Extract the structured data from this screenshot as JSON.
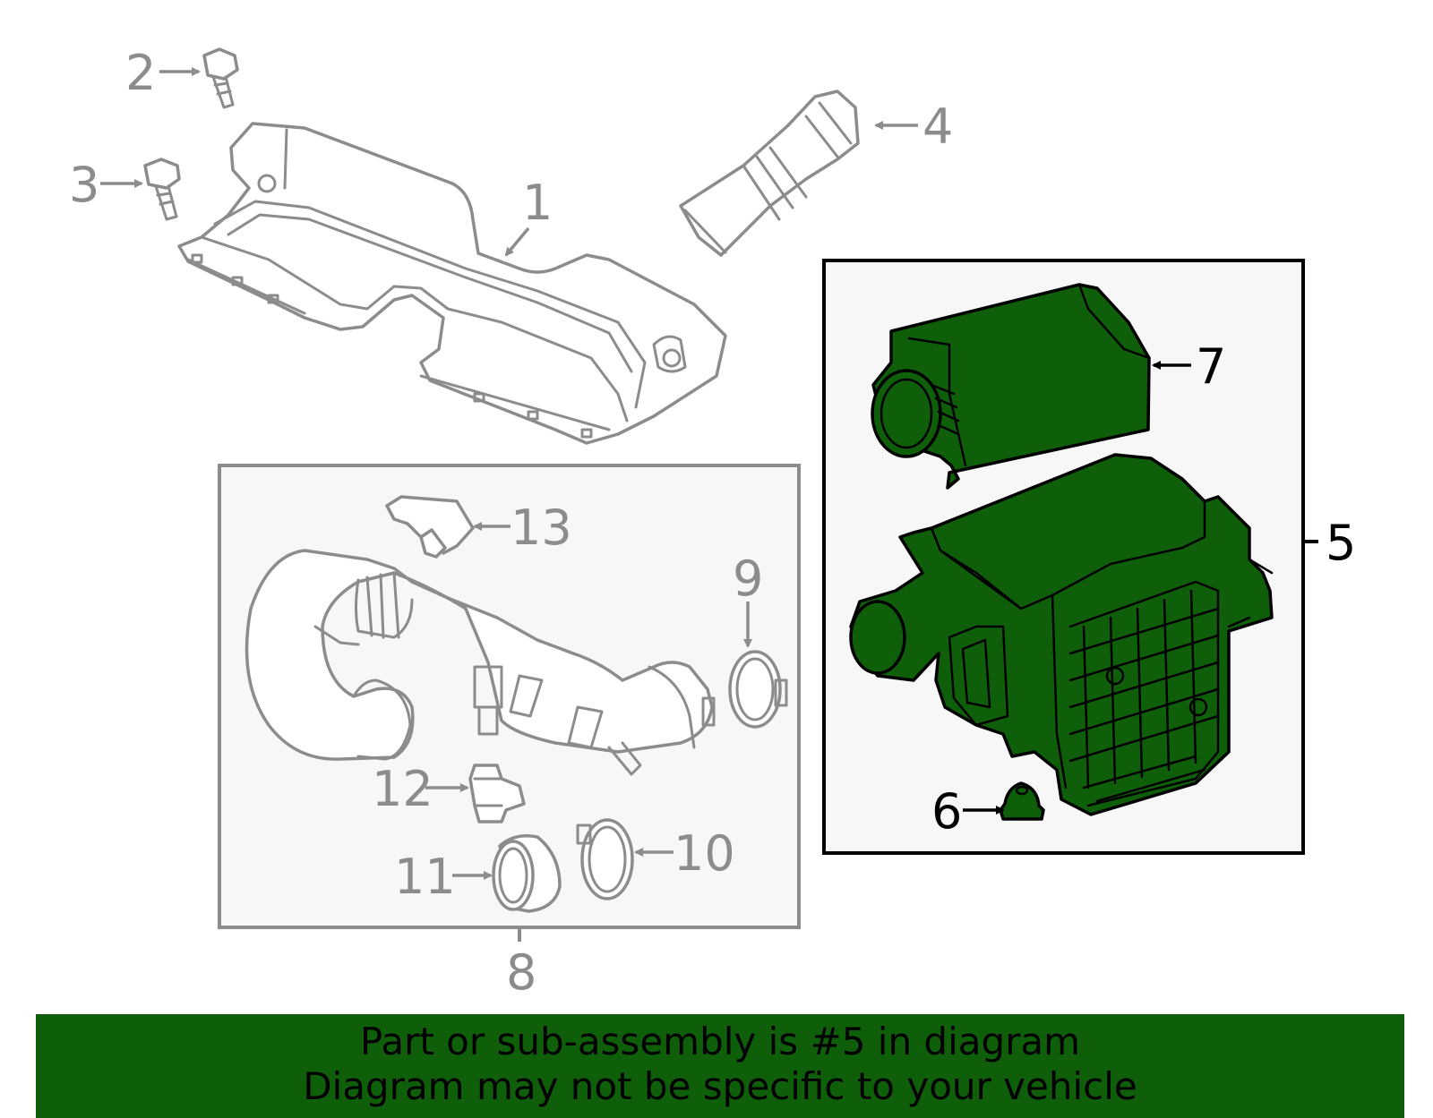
{
  "diagram": {
    "callouts": {
      "c1": "1",
      "c2": "2",
      "c3": "3",
      "c4": "4",
      "c5": "5",
      "c6": "6",
      "c7": "7",
      "c8": "8",
      "c9": "9",
      "c10": "10",
      "c11": "11",
      "c12": "12",
      "c13": "13"
    },
    "highlight_color": "#0f5f0a",
    "line_color": "#8c8c8c"
  },
  "banner": {
    "line1": "Part or sub-assembly is #5 in diagram",
    "line2": "Diagram may not be specific to your vehicle"
  }
}
